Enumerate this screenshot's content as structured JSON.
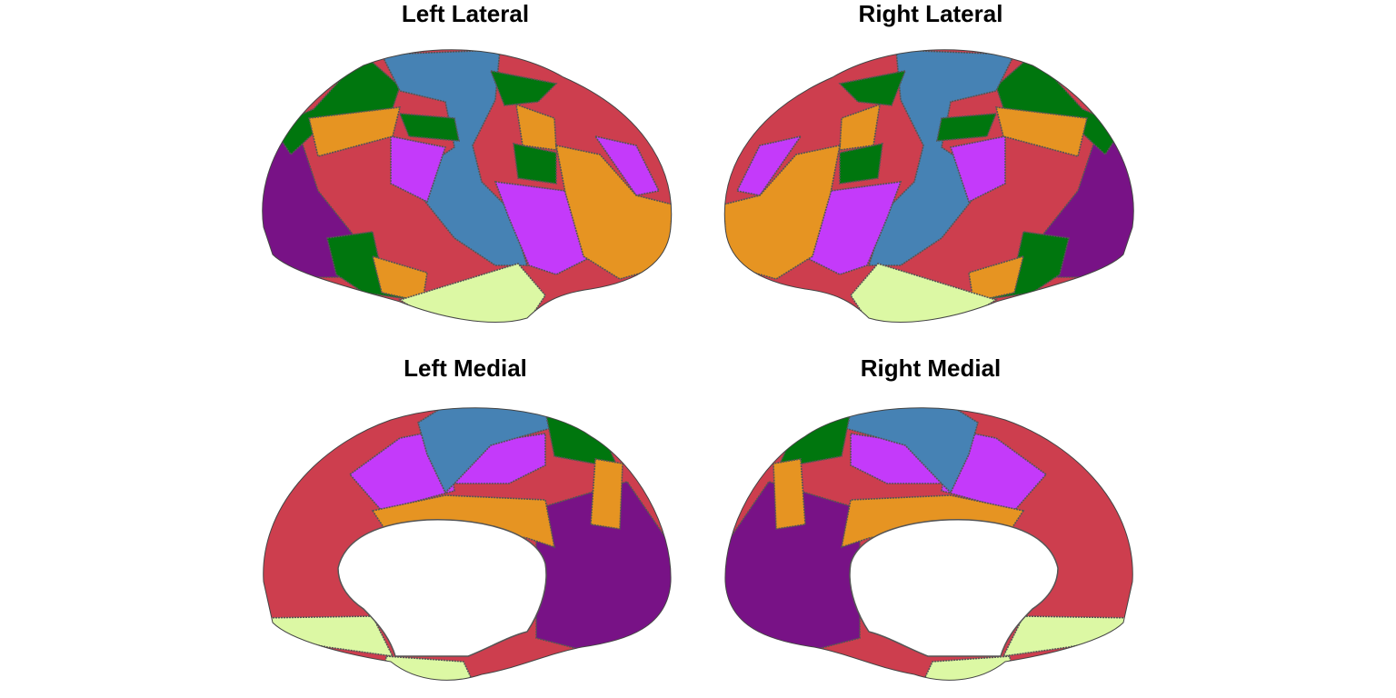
{
  "panels": {
    "left_lateral": {
      "title": "Left Lateral"
    },
    "right_lateral": {
      "title": "Right Lateral"
    },
    "left_medial": {
      "title": "Left Medial"
    },
    "right_medial": {
      "title": "Right Medial"
    }
  },
  "palette": {
    "purple": "#781286",
    "blue": "#4682B4",
    "green": "#00760E",
    "magenta": "#C43AFA",
    "yellow": "#DCF8A4",
    "orange": "#E69422",
    "red": "#CD3E4E"
  }
}
